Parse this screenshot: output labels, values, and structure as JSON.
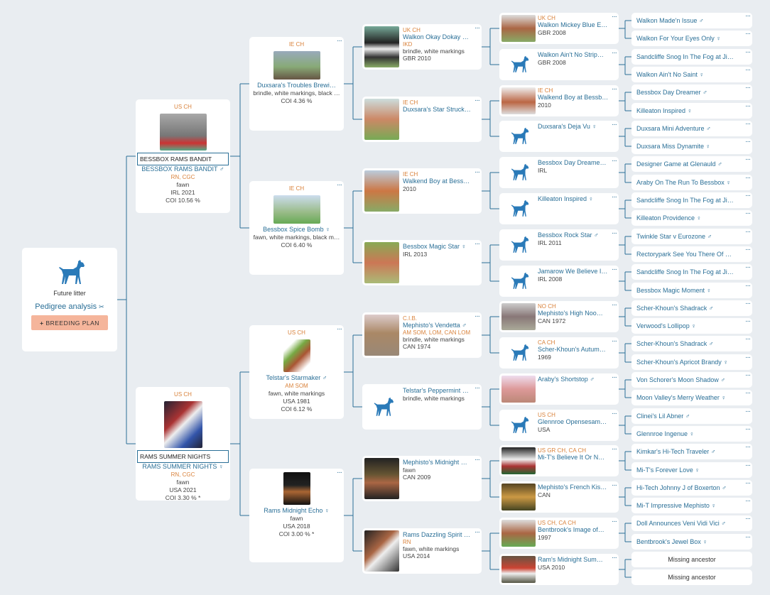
{
  "colors": {
    "accent": "#2a6f97",
    "title": "#d9823b",
    "button": "#f5b59b",
    "line": "#2a6f97"
  },
  "root": {
    "label": "Future litter",
    "analysis": "Pedigree analysis",
    "analysis_icon": "dna-icon",
    "plan_button": "BREEDING PLAN"
  },
  "sire": {
    "title": "US CH",
    "input_value": "BESSBOX RAMS BANDIT",
    "name": "BESSBOX RAMS BANDIT",
    "sex": "♂",
    "sub": "RN, CGC",
    "color": "fawn",
    "origin": "IRL 2021",
    "coi": "COI 10.56 %"
  },
  "dam": {
    "title": "US CH",
    "input_value": "RAMS SUMMER NIGHTS",
    "name": "RAMS SUMMER NIGHTS",
    "sex": "♀",
    "sub": "RN, CGC",
    "color": "fawn",
    "origin": "USA 2021",
    "coi": "COI 3.30 % *"
  },
  "gen2": [
    {
      "title": "IE CH",
      "name": "Duxsara's Troubles Brewi…",
      "sex": "",
      "lines": [
        "brindle, white markings, black …",
        "COI 4.36 %"
      ]
    },
    {
      "title": "IE CH",
      "name": "Bessbox Spice Bomb",
      "sex": "♀",
      "lines": [
        "fawn, white markings, black m…",
        "COI 6.40 %"
      ]
    },
    {
      "title": "US CH",
      "name": "Telstar's Starmaker",
      "sex": "♂",
      "sub": "AM SOM",
      "lines": [
        "fawn, white markings",
        "USA 1981",
        "COI 6.12 %"
      ]
    },
    {
      "title": "",
      "name": "Rams Midnight Echo",
      "sex": "♀",
      "lines": [
        "fawn",
        "USA 2018",
        "COI 3.00 % *"
      ]
    }
  ],
  "gen3": [
    {
      "title": "UK CH",
      "name": "Walkon Okay Dokay …",
      "sub": "IKD",
      "lines": [
        "brindle, white markings",
        "GBR 2010"
      ]
    },
    {
      "title": "IE CH",
      "name": "Duxsara's Star Struck…",
      "lines": []
    },
    {
      "title": "IE CH",
      "name": "Walkend Boy at Bess…",
      "lines": [
        "2010"
      ]
    },
    {
      "title": "",
      "name": "Bessbox Magic Star",
      "sex": "♀",
      "lines": [
        "IRL 2013"
      ]
    },
    {
      "title": "C.I.B.",
      "name": "Mephisto's Vendetta",
      "sex": "♂",
      "sub": "AM SOM, LOM, CAN LOM",
      "lines": [
        "brindle, white markings",
        "CAN 1974"
      ]
    },
    {
      "title": "",
      "name": "Telstar's Peppermint …",
      "lines": [
        "brindle, white markings"
      ]
    },
    {
      "title": "",
      "name": "Mephisto's Midnight …",
      "lines": [
        "fawn",
        "CAN 2009"
      ]
    },
    {
      "title": "",
      "name": "Rams Dazzling Spirit …",
      "sub": "RN",
      "lines": [
        "fawn, white markings",
        "USA 2014"
      ]
    }
  ],
  "gen4": [
    {
      "title": "UK CH",
      "name": "Walkon Mickey Blue E…",
      "lines": [
        "GBR 2008"
      ]
    },
    {
      "title": "",
      "name": "Walkon Ain't No Strip…",
      "lines": [
        "GBR 2008"
      ]
    },
    {
      "title": "IE CH",
      "name": "Walkend Boy at Bessb…",
      "lines": [
        "2010"
      ]
    },
    {
      "title": "",
      "name": "Duxsara's Deja Vu",
      "sex": "♀",
      "lines": []
    },
    {
      "title": "",
      "name": "Bessbox Day Dreame…",
      "lines": [
        "IRL"
      ]
    },
    {
      "title": "",
      "name": "Killeaton Inspired",
      "sex": "♀",
      "lines": []
    },
    {
      "title": "",
      "name": "Bessbox Rock Star",
      "sex": "♂",
      "lines": [
        "IRL 2011"
      ]
    },
    {
      "title": "",
      "name": "Jamarow We Believe I…",
      "lines": [
        "IRL 2008"
      ]
    },
    {
      "title": "NO CH",
      "name": "Mephisto's High Noo…",
      "lines": [
        "CAN 1972"
      ]
    },
    {
      "title": "CA CH",
      "name": "Scher-Khoun's Autum…",
      "lines": [
        "1969"
      ]
    },
    {
      "title": "",
      "name": "Araby's Shortstop",
      "sex": "♂",
      "lines": []
    },
    {
      "title": "US CH",
      "name": "Glennroe Opensesam…",
      "lines": [
        "USA"
      ]
    },
    {
      "title": "US GR CH, CA CH",
      "name": "Mi-T's Believe It Or N…",
      "lines": []
    },
    {
      "title": "",
      "name": "Mephisto's French Kis…",
      "lines": [
        "CAN"
      ]
    },
    {
      "title": "US CH, CA CH",
      "name": "Bentbrook's Image of…",
      "lines": [
        "1997"
      ]
    },
    {
      "title": "",
      "name": "Ram's Midnight Sum…",
      "lines": [
        "USA 2010"
      ]
    }
  ],
  "gen5": [
    {
      "name": "Walkon Made'n Issue",
      "sex": "♂"
    },
    {
      "name": "Walkon For Your Eyes Only",
      "sex": "♀"
    },
    {
      "name": "Sandcliffe Snog In The Fog at Ji…",
      "sex": ""
    },
    {
      "name": "Walkon Ain't No Saint",
      "sex": "♀"
    },
    {
      "name": "Bessbox Day Dreamer",
      "sex": "♂"
    },
    {
      "name": "Killeaton Inspired",
      "sex": "♀"
    },
    {
      "name": "Duxsara Mini Adventure",
      "sex": "♂"
    },
    {
      "name": "Duxsara Miss Dynamite",
      "sex": "♀"
    },
    {
      "name": "Designer Game at Glenauld",
      "sex": "♂"
    },
    {
      "name": "Araby On The Run To Bessbox",
      "sex": "♀"
    },
    {
      "name": "Sandcliffe Snog In The Fog at Ji…",
      "sex": ""
    },
    {
      "name": "Killeaton Providence",
      "sex": "♀"
    },
    {
      "name": "Twinkle Star v Eurozone",
      "sex": "♂"
    },
    {
      "name": "Rectorypark See You There Of …",
      "sex": ""
    },
    {
      "name": "Sandcliffe Snog In The Fog at Ji…",
      "sex": ""
    },
    {
      "name": "Bessbox Magic Moment",
      "sex": "♀"
    },
    {
      "name": "Scher-Khoun's Shadrack",
      "sex": "♂"
    },
    {
      "name": "Verwood's Lollipop",
      "sex": "♀"
    },
    {
      "name": "Scher-Khoun's Shadrack",
      "sex": "♂"
    },
    {
      "name": "Scher-Khoun's Apricot Brandy",
      "sex": "♀"
    },
    {
      "name": "Von Schorer's Moon Shadow",
      "sex": "♂"
    },
    {
      "name": "Moon Valley's Merry Weather",
      "sex": "♀"
    },
    {
      "name": "Clinei's Lil Abner",
      "sex": "♂"
    },
    {
      "name": "Glennroe Ingenue",
      "sex": "♀"
    },
    {
      "name": "Kimkar's Hi-Tech Traveler",
      "sex": "♂"
    },
    {
      "name": "Mi-T's Forever Love",
      "sex": "♀"
    },
    {
      "name": "Hi-Tech Johnny J of Boxerton",
      "sex": "♂"
    },
    {
      "name": "Mi-T Impressive Mephisto",
      "sex": "♀"
    },
    {
      "name": "Doll Announces Veni Vidi Vici",
      "sex": "♂"
    },
    {
      "name": "Bentbrook's Jewel Box",
      "sex": "♀"
    },
    {
      "name": "Missing ancestor",
      "sex": "",
      "missing": true
    },
    {
      "name": "Missing ancestor",
      "sex": "",
      "missing": true
    }
  ]
}
